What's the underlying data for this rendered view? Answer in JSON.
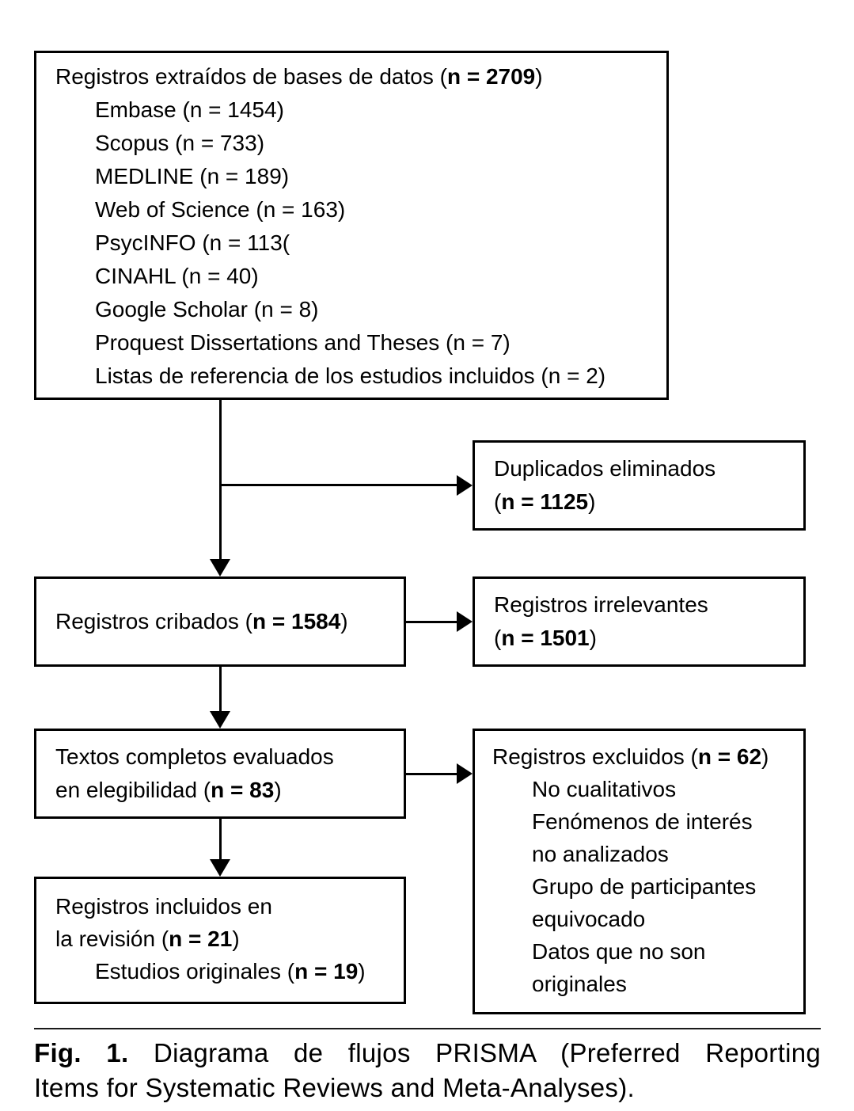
{
  "boxes": {
    "sources": {
      "title": {
        "pre": "Registros extraídos de bases de datos (",
        "bold": "n = 2709",
        "post": ")"
      },
      "items": [
        "Embase (n = 1454)",
        "Scopus (n = 733)",
        "MEDLINE (n = 189)",
        "Web of Science (n = 163)",
        "PsycINFO (n = 113(",
        "CINAHL (n = 40)",
        "Google Scholar (n = 8)",
        "Proquest Dissertations and Theses (n = 7)",
        "Listas de referencia de los estudios incluidos (n = 2)"
      ]
    },
    "duplicates": {
      "line1": "Duplicados eliminados",
      "line2": {
        "pre": "(",
        "bold": "n = 1125",
        "post": ")"
      }
    },
    "screened": {
      "line": {
        "pre": "Registros cribados (",
        "bold": "n = 1584",
        "post": ")"
      }
    },
    "irrelevant": {
      "line1": "Registros irrelevantes",
      "line2": {
        "pre": "(",
        "bold": "n = 1501",
        "post": ")"
      }
    },
    "fulltext": {
      "line1": "Textos completos evaluados",
      "line2": {
        "pre": "en elegibilidad (",
        "bold": "n = 83",
        "post": ")"
      }
    },
    "excluded": {
      "title": {
        "pre": "Registros excluidos (",
        "bold": "n = 62",
        "post": ")"
      },
      "items": [
        "No cualitativos",
        "Fenómenos de interés\nno analizados",
        "Grupo de participantes\nequivocado",
        "Datos que no son\noriginales"
      ]
    },
    "included": {
      "line1": "Registros incluidos en",
      "line2": {
        "pre": "la revisión (",
        "bold": "n = 21",
        "post": ")"
      },
      "sub": {
        "pre": "Estudios originales (",
        "bold": "n = 19",
        "post": ")"
      }
    }
  },
  "caption": {
    "label": "Fig. 1.",
    "line1_rest": "Diagrama de flujos PRISMA (Preferred Reporting",
    "line2": "Items for Systematic Reviews and Meta-Analyses)."
  }
}
